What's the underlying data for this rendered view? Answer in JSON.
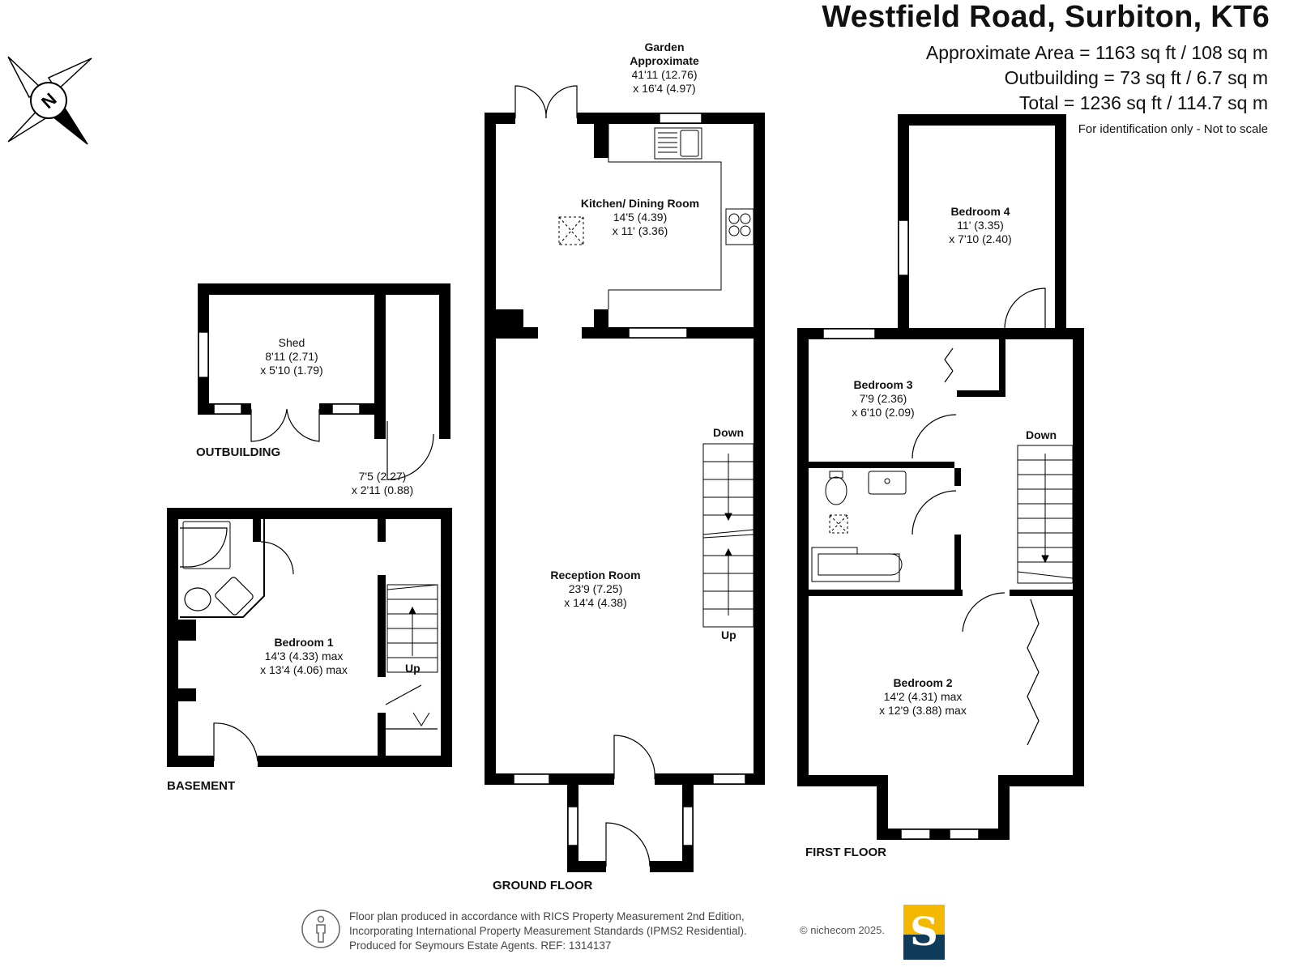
{
  "header": {
    "title": "Westfield Road, Surbiton, KT6",
    "approx_area": "Approximate Area = 1163 sq ft / 108 sq m",
    "outbuilding_area": "Outbuilding = 73 sq ft / 6.7 sq m",
    "total_area": "Total = 1236 sq ft / 114.7 sq m",
    "disclaimer": "For identification only - Not to scale"
  },
  "compass": {
    "letter": "N",
    "icon": "compass-north-icon"
  },
  "garden": {
    "name": "Garden",
    "sub": "Approximate",
    "dim1": "41'11 (12.76)",
    "dim2": "x 16'4 (4.97)"
  },
  "rooms": {
    "kitchen": {
      "name": "Kitchen/ Dining Room",
      "dim1": "14'5 (4.39)",
      "dim2": "x 11' (3.36)"
    },
    "reception": {
      "name": "Reception Room",
      "dim1": "23'9 (7.25)",
      "dim2": "x 14'4 (4.38)"
    },
    "shed": {
      "name": "Shed",
      "dim1": "8'11 (2.71)",
      "dim2": "x 5'10 (1.79)"
    },
    "store": {
      "dim1": "7'5 (2.27)",
      "dim2": "x 2'11 (0.88)"
    },
    "bedroom1": {
      "name": "Bedroom 1",
      "dim1": "14'3 (4.33) max",
      "dim2": "x 13'4 (4.06) max"
    },
    "bedroom2": {
      "name": "Bedroom 2",
      "dim1": "14'2 (4.31) max",
      "dim2": "x 12'9 (3.88) max"
    },
    "bedroom3": {
      "name": "Bedroom 3",
      "dim1": "7'9 (2.36)",
      "dim2": "x 6'10 (2.09)"
    },
    "bedroom4": {
      "name": "Bedroom 4",
      "dim1": "11' (3.35)",
      "dim2": "x 7'10 (2.40)"
    }
  },
  "stairs": {
    "ground_down": "Down",
    "ground_up": "Up",
    "basement_up": "Up",
    "first_down": "Down"
  },
  "floors": {
    "outbuilding": "OUTBUILDING",
    "basement": "BASEMENT",
    "ground": "GROUND FLOOR",
    "first": "FIRST FLOOR"
  },
  "footer": {
    "line1": "Floor plan produced in accordance with RICS Property Measurement 2nd Edition,",
    "line2": "Incorporating International Property Measurement Standards (IPMS2 Residential).",
    "line3": "Produced for Seymours Estate Agents.   REF: 1314137",
    "copyright": "© nichecom 2025.",
    "logo_letter": "S",
    "logo_colors": {
      "top": "#f5b800",
      "bottom": "#0f3c5a"
    }
  },
  "colors": {
    "wall": "#000000",
    "window": "#ffffff",
    "fixture": "#555555"
  }
}
